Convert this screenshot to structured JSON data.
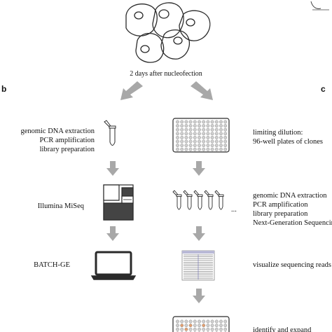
{
  "top": {
    "caption": "2 days after nucleofection"
  },
  "panels": {
    "b_letter": "b",
    "c_letter": "c"
  },
  "left_steps": {
    "step1_lines": [
      "genomic DNA extraction",
      "PCR amplification",
      "library preparation"
    ],
    "step2_label": "Illumina MiSeq",
    "step3_label": "BATCH-GE"
  },
  "right_steps": {
    "step1_lines": [
      "limiting dilution:",
      "96-well plates of clones"
    ],
    "step2_lines": [
      "genomic DNA extraction",
      "PCR amplification",
      "library preparation",
      "Next-Generation Sequencing"
    ],
    "step2_ellipsis": "...",
    "step3_label": "visualize sequencing reads",
    "step4_label": "identify and expand"
  },
  "colors": {
    "arrow": "#a8a8a8",
    "outline": "#2a2a2a",
    "well": "#cfcfcf",
    "highlight_well": "#e4a070",
    "dark_fill": "#444444"
  }
}
